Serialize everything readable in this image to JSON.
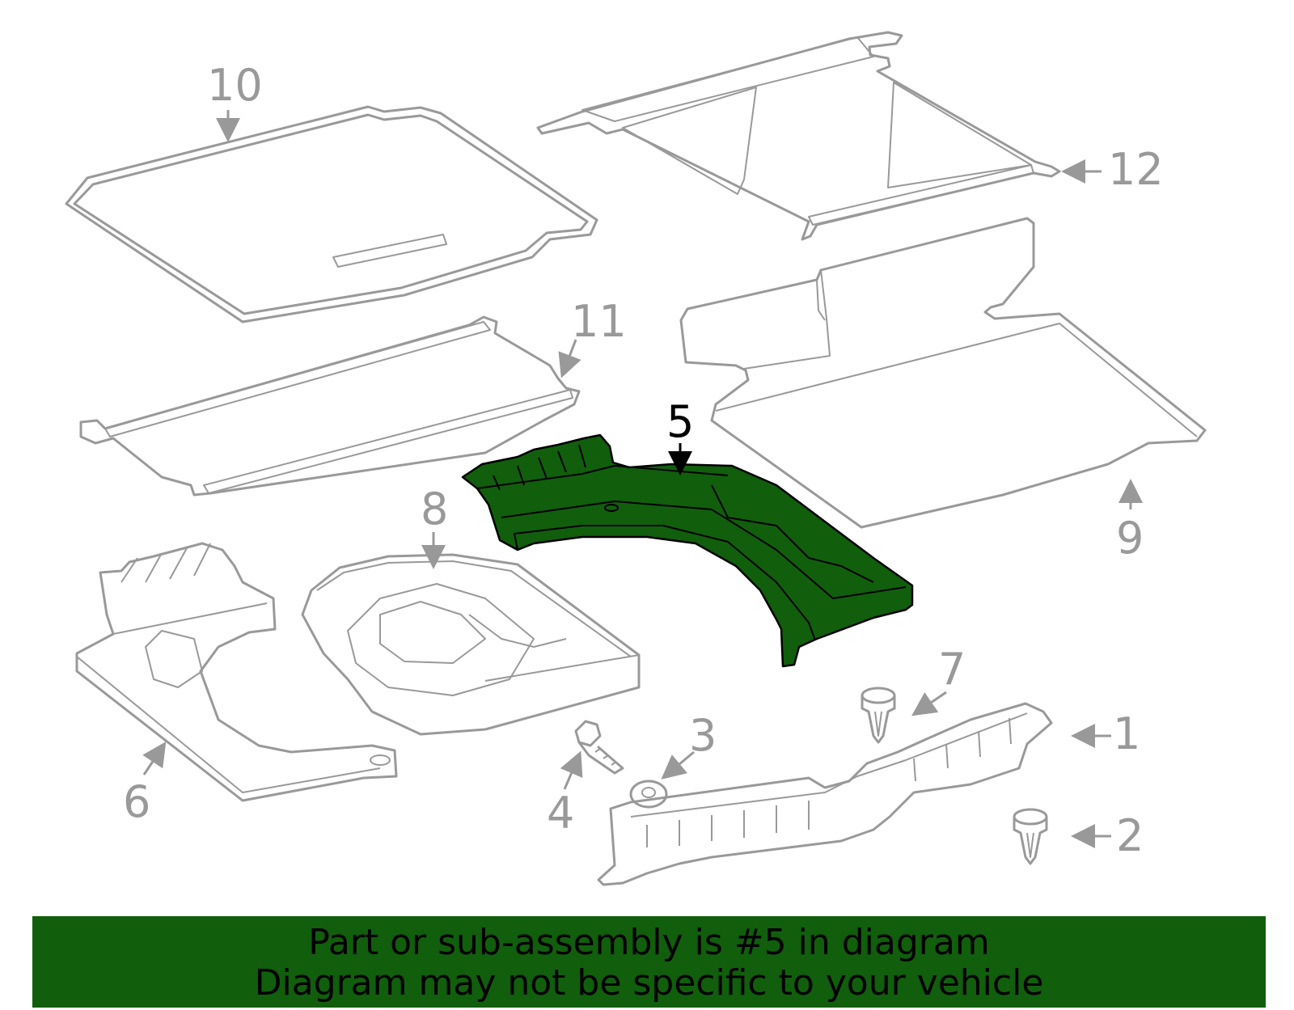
{
  "callouts": {
    "c1": "1",
    "c2": "2",
    "c3": "3",
    "c4": "4",
    "c5": "5",
    "c6": "6",
    "c7": "7",
    "c8": "8",
    "c9": "9",
    "c10": "10",
    "c11": "11",
    "c12": "12"
  },
  "highlighted_part": "5",
  "banner": {
    "line1": "Part or sub-assembly is #5 in diagram",
    "line2": "Diagram may not be specific to your vehicle"
  },
  "colors": {
    "highlight": "#115e0d",
    "parts_outline": "#999999",
    "active_label": "#000000"
  }
}
